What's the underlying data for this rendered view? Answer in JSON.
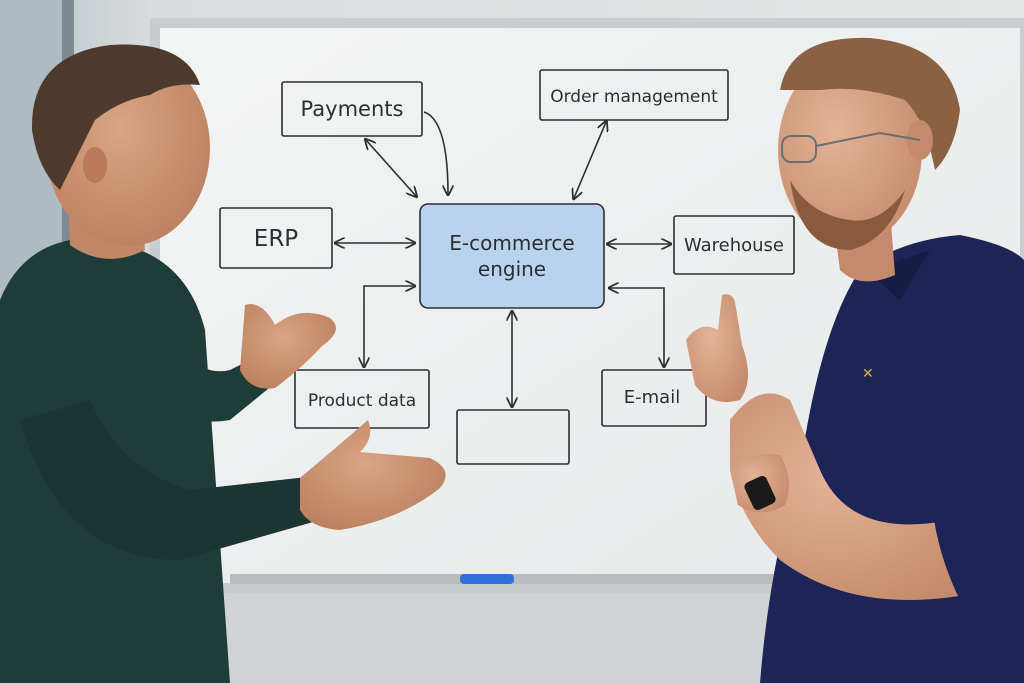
{
  "whiteboard": {
    "center_node": {
      "line1": "E-commerce",
      "line2": "engine"
    },
    "nodes": {
      "payments": "Payments",
      "order_management": "Order management",
      "erp": "ERP",
      "warehouse": "Warehouse",
      "product_data": "Product data",
      "email": "E-mail",
      "blank": ""
    }
  },
  "colors": {
    "center_fill": "#b9d3ef",
    "marker_ink": "#2c2f33",
    "board": "#eef0f0",
    "marker": "#2e6fd8",
    "shirt_left": "#1e3d39",
    "shirt_right": "#1d2456"
  }
}
